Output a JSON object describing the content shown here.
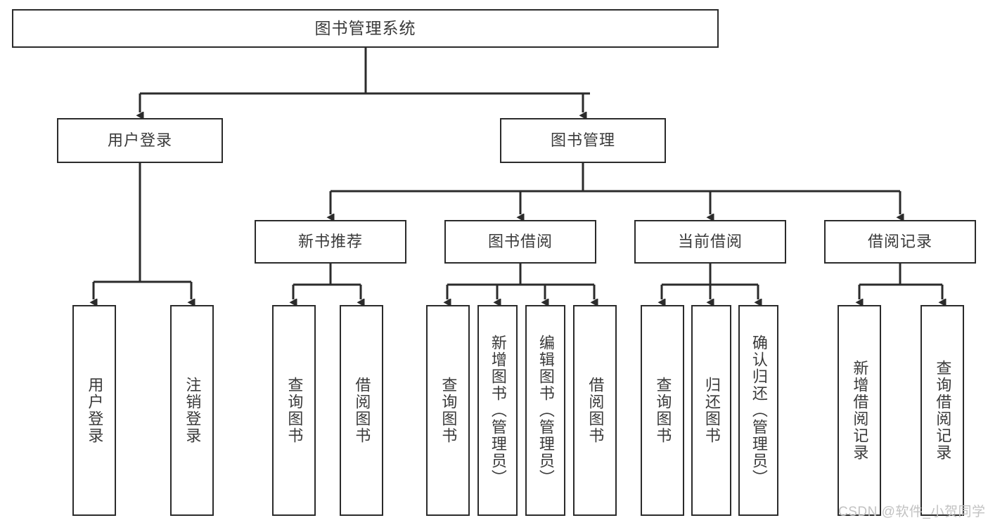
{
  "diagram": {
    "title": "图书管理系统",
    "type": "hierarchy-tree",
    "root": {
      "label": "图书管理系统"
    },
    "level2": [
      {
        "label": "用户登录"
      },
      {
        "label": "图书管理"
      }
    ],
    "level3": [
      {
        "label": "新书推荐"
      },
      {
        "label": "图书借阅"
      },
      {
        "label": "当前借阅"
      },
      {
        "label": "借阅记录"
      }
    ],
    "leaves": {
      "user_login": [
        {
          "label": "用户登录"
        },
        {
          "label": "注销登录"
        }
      ],
      "new_book_recommend": [
        {
          "label": "查询图书"
        },
        {
          "label": "借阅图书"
        }
      ],
      "book_borrow": [
        {
          "label": "查询图书"
        },
        {
          "label": "新增图书（管理员）"
        },
        {
          "label": "编辑图书（管理员）"
        },
        {
          "label": "借阅图书"
        }
      ],
      "current_borrow": [
        {
          "label": "查询图书"
        },
        {
          "label": "归还图书"
        },
        {
          "label": "确认归还（管理员）"
        }
      ],
      "borrow_records": [
        {
          "label": "新增借阅记录"
        },
        {
          "label": "查询借阅记录"
        }
      ]
    }
  },
  "watermark": {
    "text": "CSDN @软件_小贺同学"
  },
  "colors": {
    "stroke": "#2b2b2b",
    "text": "#3a3a3a",
    "background": "#ffffff",
    "watermark": "#c2c2c2"
  }
}
